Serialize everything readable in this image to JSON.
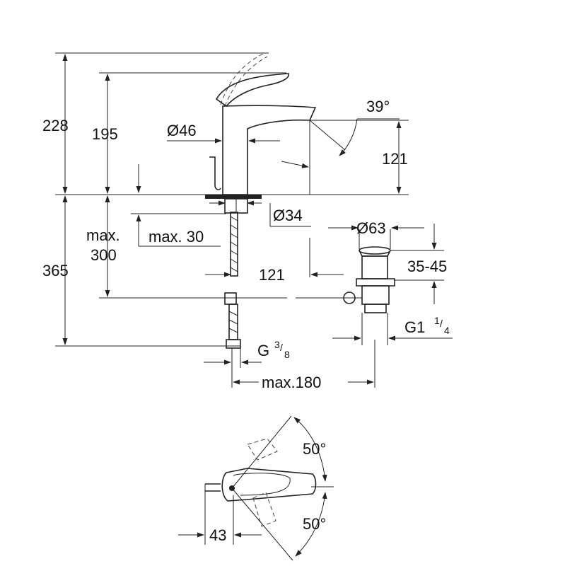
{
  "dimensions": {
    "total_height_228": "228",
    "body_height_195": "195",
    "spout_height_121": "121",
    "spout_angle": "39°",
    "body_diameter": "Ø46",
    "hole_diameter": "Ø34",
    "max_label_left": "max.",
    "max_300_value": "300",
    "max_30_label": "max. 30",
    "below_deck_365": "365",
    "reach_121": "121",
    "waste_diameter": "Ø63",
    "waste_range": "35-45",
    "thread_waste_main": "G1",
    "thread_waste_num": "1",
    "thread_waste_den": "4",
    "thread_supply_main": "G",
    "thread_supply_num": "3",
    "thread_supply_den": "8",
    "max_180": "max.180",
    "rotation_top": "50°",
    "rotation_bottom": "50°",
    "lever_offset": "43"
  }
}
